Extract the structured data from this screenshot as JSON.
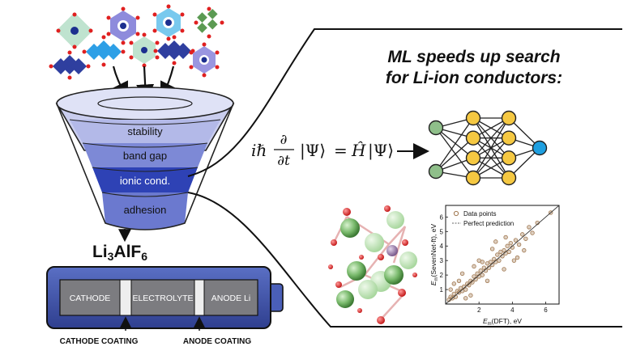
{
  "headline": {
    "line1": "ML speeds up search",
    "line2": "for Li-ion conductors:"
  },
  "funnel": {
    "layers": [
      "stability",
      "band gap",
      "ionic cond.",
      "adhesion"
    ],
    "output_material": {
      "base": "Li",
      "sub1": "3",
      "mid": "AlF",
      "sub2": "6"
    }
  },
  "battery": {
    "cathode": "CATHODE",
    "electrolyte": "ELECTROLYTE",
    "anode": "ANODE Li",
    "cathode_coating": "CATHODE COATING",
    "anode_coating": "ANODE COATING"
  },
  "equation": {
    "lhs_prefix": "iℏ",
    "partial_num": "∂",
    "partial_den": "∂t",
    "psi_ket": "|Ψ⟩",
    "equals": "=",
    "hamiltonian": "Ĥ",
    "rhs_ket": "|Ψ⟩"
  },
  "neural_net": {
    "layers": [
      2,
      4,
      4,
      1
    ],
    "input_color": "#8fbf8a",
    "hidden_color": "#f5c842",
    "output_color": "#1e9fe0"
  },
  "chart_data": {
    "type": "scatter",
    "xlabel": "E_m(DFT), eV",
    "ylabel": "E_m(SevenNet-ft), eV",
    "xlim": [
      0,
      6.8
    ],
    "ylim": [
      0,
      6.8
    ],
    "x_ticks": [
      "2",
      "4",
      "6"
    ],
    "y_ticks": [
      "1",
      "2",
      "3",
      "4",
      "5",
      "6"
    ],
    "legend": {
      "points": "Data points",
      "line": "Perfect prediction",
      "position": "top-left"
    },
    "series": [
      {
        "name": "Data points",
        "color": "#a07850",
        "points": [
          [
            0.2,
            0.3
          ],
          [
            0.3,
            0.5
          ],
          [
            0.4,
            0.4
          ],
          [
            0.5,
            0.7
          ],
          [
            0.6,
            0.5
          ],
          [
            0.7,
            0.9
          ],
          [
            0.8,
            0.8
          ],
          [
            0.9,
            1.1
          ],
          [
            1.0,
            0.9
          ],
          [
            1.1,
            1.2
          ],
          [
            1.2,
            1.0
          ],
          [
            1.3,
            1.4
          ],
          [
            1.4,
            1.3
          ],
          [
            1.5,
            1.6
          ],
          [
            1.6,
            1.5
          ],
          [
            1.7,
            1.9
          ],
          [
            1.8,
            1.7
          ],
          [
            1.9,
            2.1
          ],
          [
            2.0,
            1.9
          ],
          [
            2.1,
            2.3
          ],
          [
            2.2,
            2.0
          ],
          [
            2.3,
            2.5
          ],
          [
            2.4,
            2.3
          ],
          [
            2.5,
            2.8
          ],
          [
            2.6,
            2.5
          ],
          [
            2.7,
            2.9
          ],
          [
            2.8,
            2.7
          ],
          [
            2.9,
            3.1
          ],
          [
            3.0,
            2.9
          ],
          [
            3.1,
            3.4
          ],
          [
            3.2,
            3.0
          ],
          [
            3.3,
            3.6
          ],
          [
            3.4,
            3.3
          ],
          [
            3.5,
            3.7
          ],
          [
            3.6,
            3.5
          ],
          [
            3.7,
            4.0
          ],
          [
            3.8,
            3.6
          ],
          [
            3.9,
            4.2
          ],
          [
            4.0,
            3.9
          ],
          [
            4.2,
            4.4
          ],
          [
            4.4,
            4.1
          ],
          [
            4.6,
            4.8
          ],
          [
            4.8,
            4.5
          ],
          [
            5.0,
            5.3
          ],
          [
            5.2,
            4.9
          ],
          [
            5.5,
            5.6
          ],
          [
            6.3,
            6.3
          ],
          [
            0.5,
            1.4
          ],
          [
            1.0,
            2.1
          ],
          [
            1.5,
            0.6
          ],
          [
            2.0,
            3.0
          ],
          [
            2.5,
            1.6
          ],
          [
            3.0,
            4.3
          ],
          [
            3.5,
            2.4
          ],
          [
            4.3,
            3.2
          ],
          [
            4.7,
            3.7
          ],
          [
            0.8,
            1.6
          ],
          [
            1.2,
            0.4
          ],
          [
            2.2,
            2.9
          ],
          [
            2.8,
            3.8
          ],
          [
            3.6,
            4.6
          ],
          [
            4.1,
            3.0
          ],
          [
            1.7,
            2.6
          ],
          [
            0.3,
            1.0
          ]
        ]
      }
    ]
  }
}
